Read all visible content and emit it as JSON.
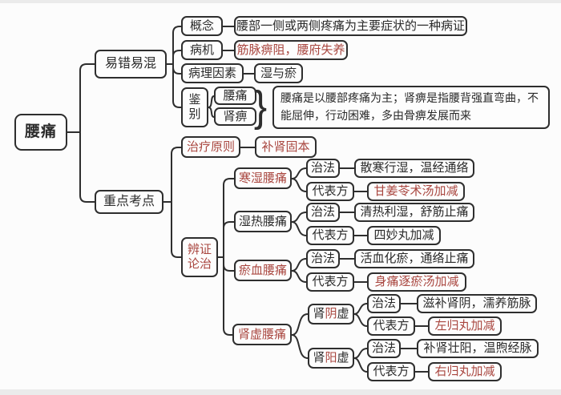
{
  "colors": {
    "red": "#a9463f",
    "ink": "#2d2d2d",
    "background": "#fcfcfc"
  },
  "root": {
    "label": "腰痛"
  },
  "confusable": {
    "label": "易错易混",
    "concept_label": "概念",
    "concept_value": "腰部一侧或两侧疼痛为主要症状的一种病证",
    "pathogenesis_label": "病机",
    "pathogenesis_value": "筋脉痹阻，腰府失养",
    "factor_label": "病理因素",
    "factor_value": "湿与瘀",
    "diff_label": "鉴别",
    "diff_item1": "腰痛",
    "diff_item2": "肾痹",
    "diff_brace": "}",
    "diff_note": "腰痛是以腰部疼痛为主；肾痹是指腰背强直弯曲，不能屈伸，行动困难，多由骨痹发展而来"
  },
  "key_points": {
    "label": "重点考点",
    "principle_label": "治疗原则",
    "principle_value": "补肾固本",
    "differentiation_label": "辨证论治",
    "method_label": "治法",
    "formula_label": "代表方",
    "types": [
      {
        "name": "寒湿腰痛",
        "method": "散寒行湿，温经通络",
        "formula": "甘姜苓术汤加减"
      },
      {
        "name": "湿热腰痛",
        "method": "清热利湿，舒筋止痛",
        "formula": "四妙丸加减"
      },
      {
        "name": "瘀血腰痛",
        "method": "活血化瘀，通络止痛",
        "formula": "身痛逐瘀汤加减"
      }
    ],
    "kidney": {
      "name": "肾虚腰痛",
      "yin": {
        "pre": "肾",
        "key": "阴",
        "post": "虚",
        "method": "滋补肾阴，濡养筋脉",
        "formula": "左归丸加减"
      },
      "yang": {
        "pre": "肾",
        "key": "阳",
        "post": "虚",
        "method": "补肾壮阳，温煦经脉",
        "formula": "右归丸加减"
      }
    }
  }
}
